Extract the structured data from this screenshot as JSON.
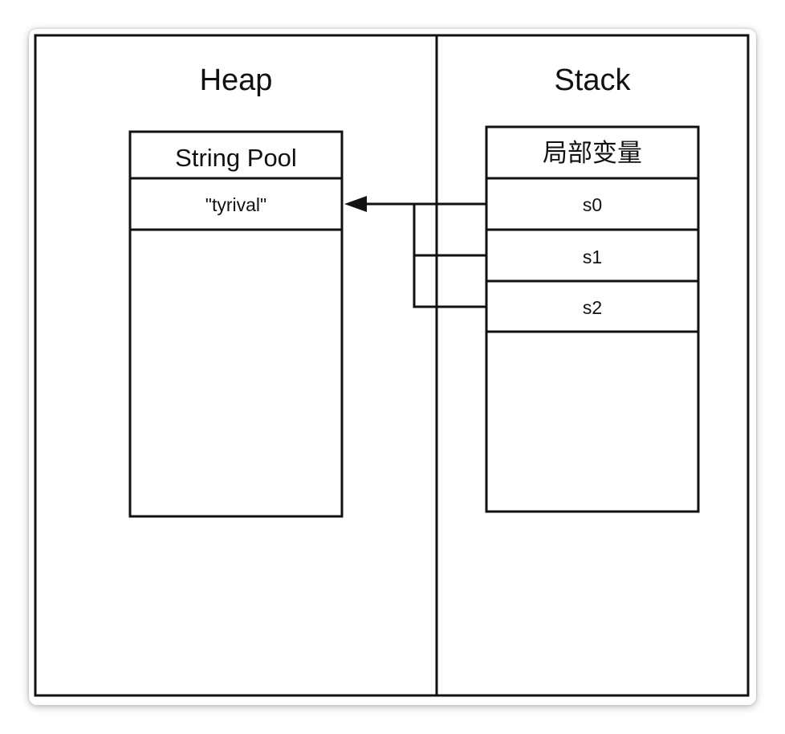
{
  "heap": {
    "title": "Heap",
    "pool": {
      "header": "String Pool",
      "entries": [
        "\"tyrival\""
      ]
    }
  },
  "stack": {
    "title": "Stack",
    "frame": {
      "header": "局部变量",
      "vars": [
        "s0",
        "s1",
        "s2"
      ]
    }
  },
  "references": [
    {
      "from": "s0",
      "to": "\"tyrival\""
    },
    {
      "from": "s1",
      "to": "\"tyrival\""
    },
    {
      "from": "s2",
      "to": "\"tyrival\""
    }
  ],
  "colors": {
    "stroke": "#111111",
    "background": "#ffffff"
  }
}
